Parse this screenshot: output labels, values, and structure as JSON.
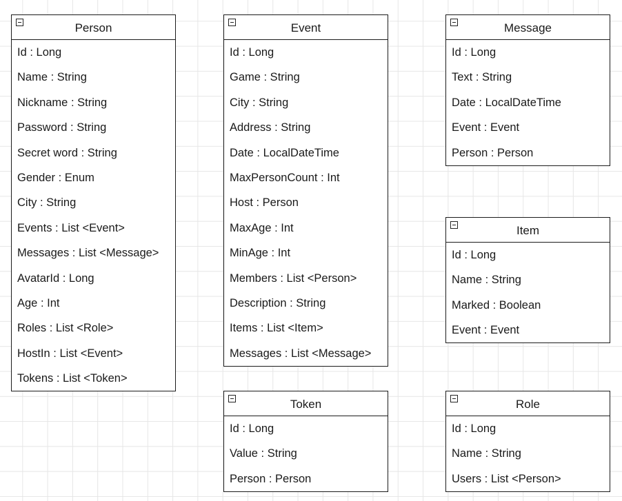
{
  "entities": [
    {
      "id": "person",
      "name": "Person",
      "attributes": [
        "Id : Long",
        "Name : String",
        "Nickname : String",
        "Password : String",
        "Secret word : String",
        "Gender : Enum",
        "City : String",
        "Events : List <Event>",
        "Messages : List <Message>",
        "AvatarId : Long",
        "Age : Int",
        "Roles : List <Role>",
        "HostIn : List <Event>",
        "Tokens : List <Token>"
      ]
    },
    {
      "id": "event",
      "name": "Event",
      "attributes": [
        "Id : Long",
        "Game : String",
        "City : String",
        "Address : String",
        "Date : LocalDateTime",
        "MaxPersonCount : Int",
        "Host : Person",
        "MaxAge : Int",
        "MinAge : Int",
        "Members : List <Person>",
        "Description : String",
        "Items : List <Item>",
        "Messages : List <Message>"
      ]
    },
    {
      "id": "message",
      "name": "Message",
      "attributes": [
        "Id : Long",
        "Text : String",
        "Date : LocalDateTime",
        "Event : Event",
        "Person : Person"
      ]
    },
    {
      "id": "item",
      "name": "Item",
      "attributes": [
        "Id : Long",
        "Name : String",
        "Marked : Boolean",
        "Event : Event"
      ]
    },
    {
      "id": "token",
      "name": "Token",
      "attributes": [
        "Id : Long",
        "Value : String",
        "Person : Person"
      ]
    },
    {
      "id": "role",
      "name": "Role",
      "attributes": [
        "Id : Long",
        "Name : String",
        "Users : List <Person>"
      ]
    }
  ]
}
